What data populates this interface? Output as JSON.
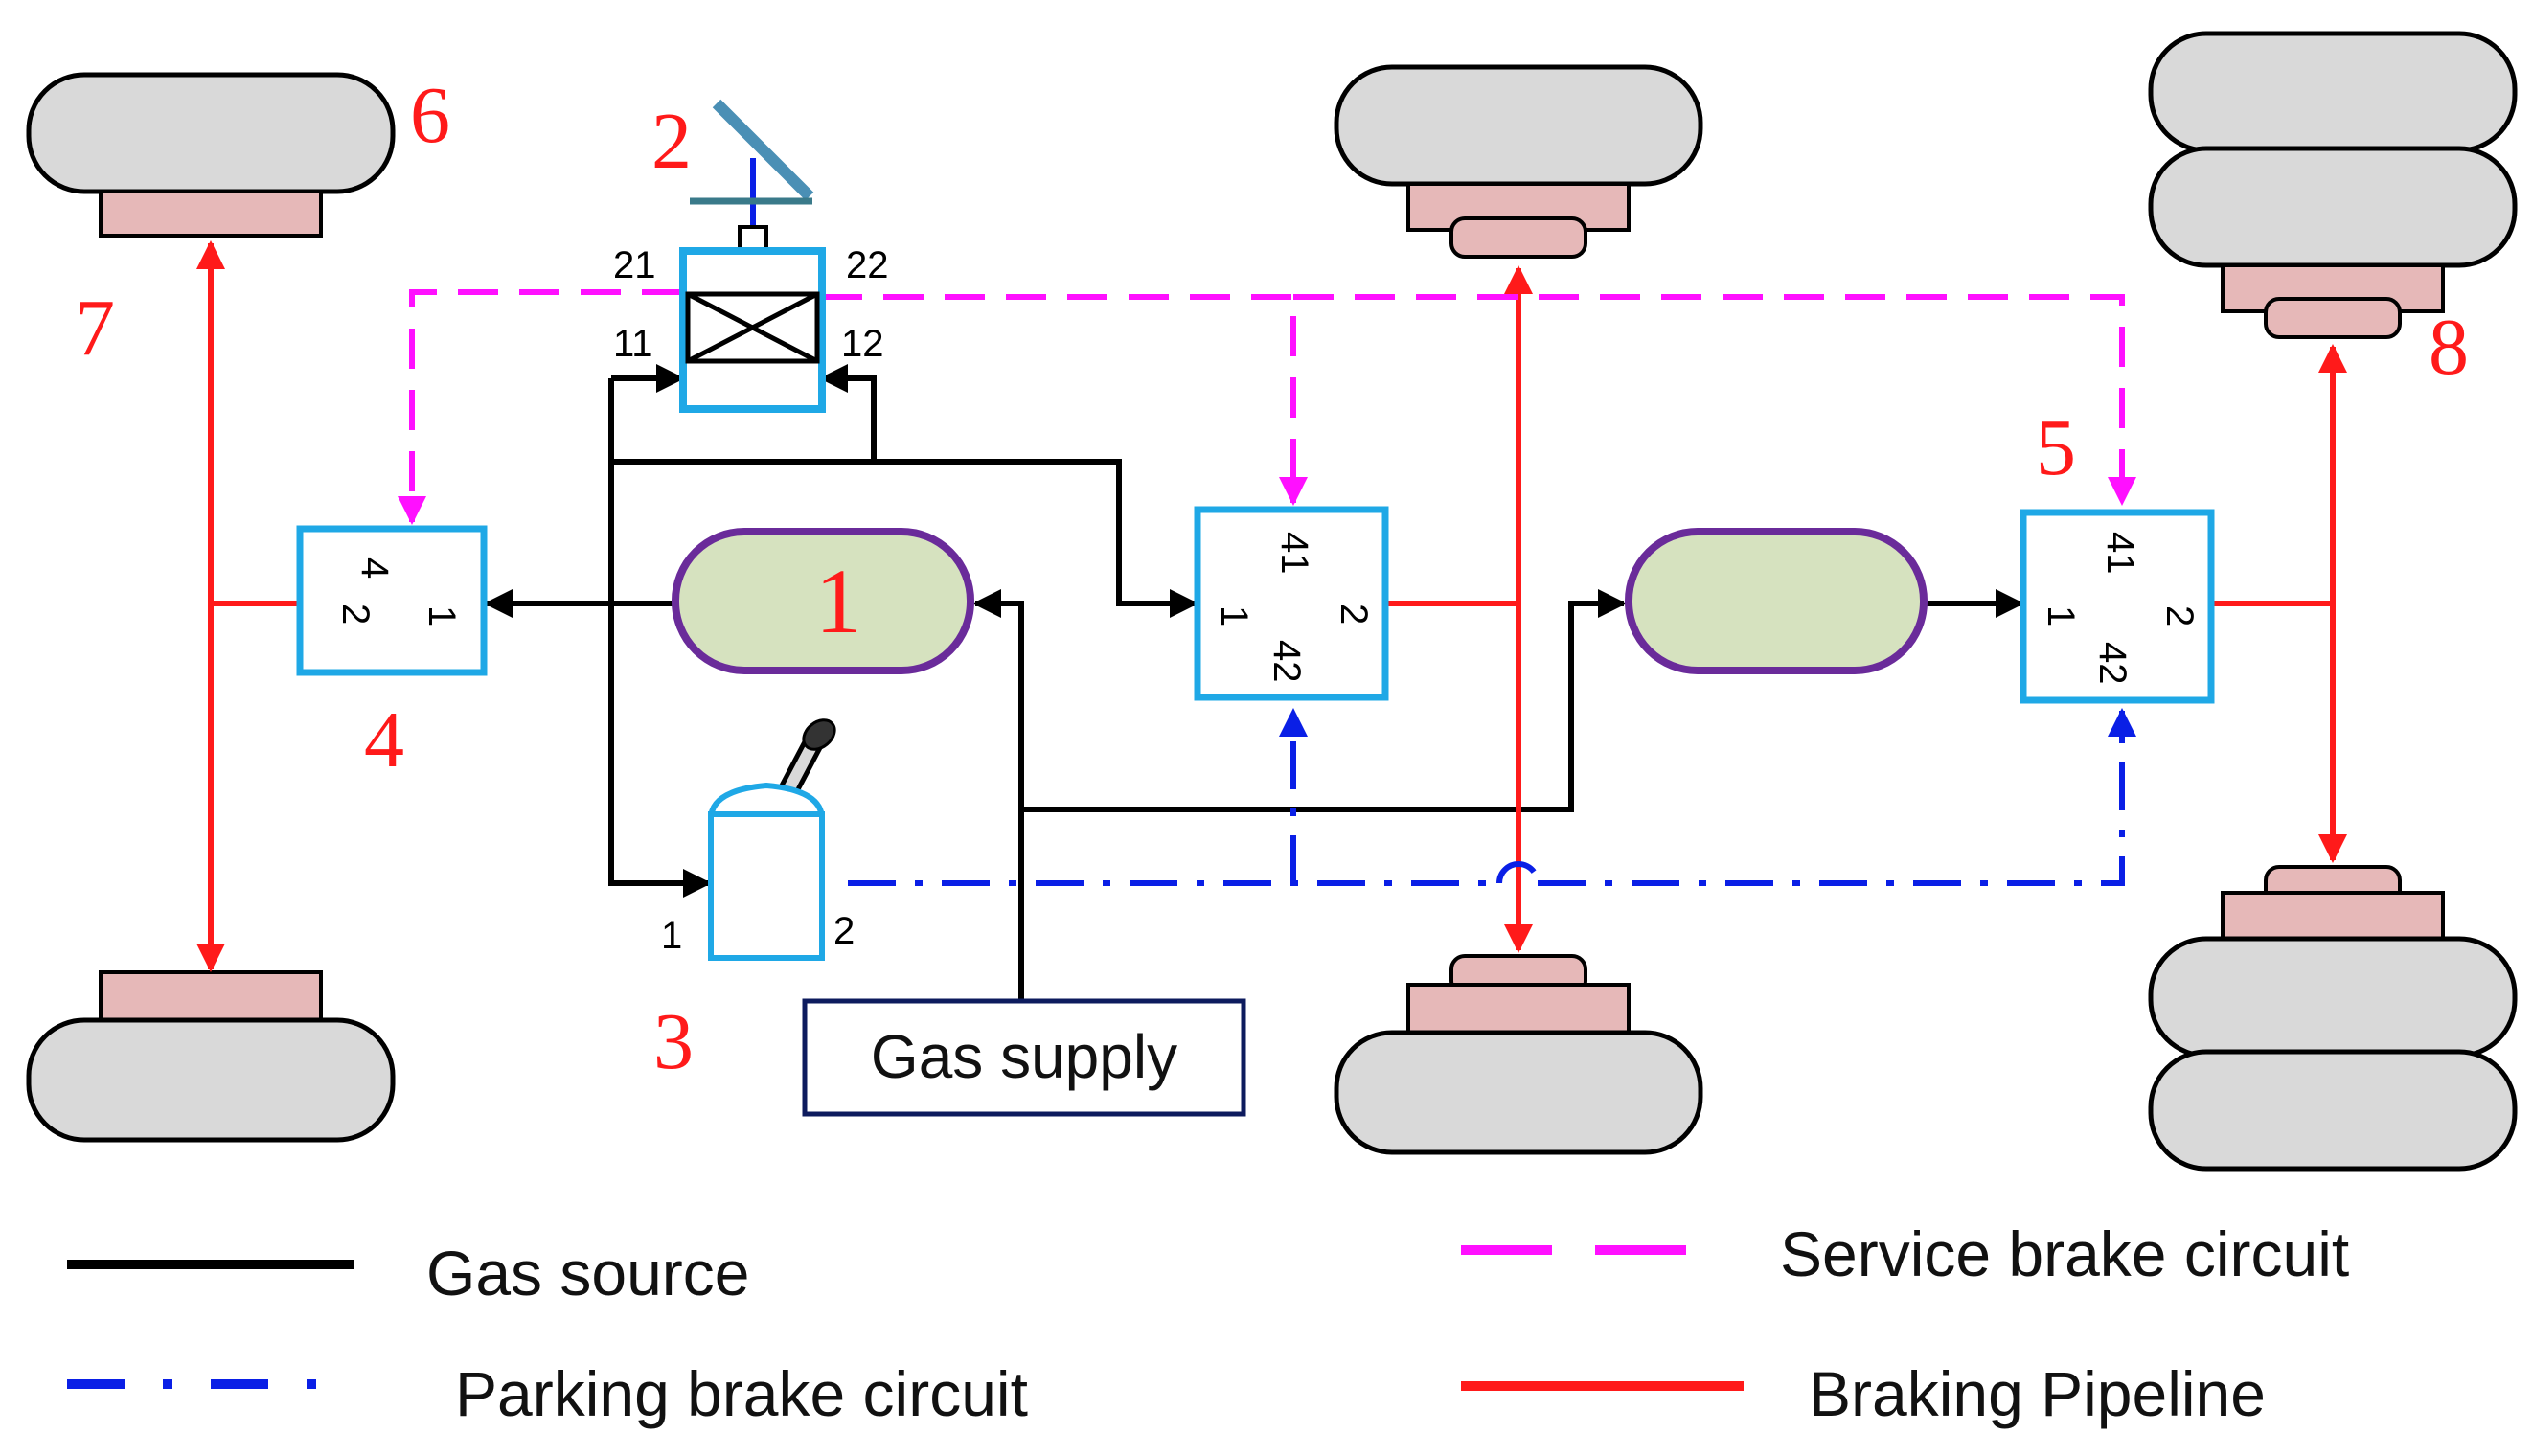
{
  "components": {
    "air_tank": "1",
    "brake_pedal_valve": "2",
    "hand_brake_valve": "3",
    "relay_valve_front": "4",
    "relay_valve_rear": "5",
    "front_left_wheel": "6",
    "brake_chamber": "7",
    "rear_right_wheel": "8"
  },
  "ports": {
    "pedal_21": "21",
    "pedal_22": "22",
    "pedal_11": "11",
    "pedal_12": "12",
    "front_relay_4": "4",
    "front_relay_1": "1",
    "front_relay_2": "2",
    "mid_relay_41": "41",
    "mid_relay_1": "1",
    "mid_relay_2": "2",
    "mid_relay_42": "42",
    "rear_relay_41": "41",
    "rear_relay_1": "1",
    "rear_relay_2": "2",
    "rear_relay_42": "42",
    "hand_valve_1": "1",
    "hand_valve_2": "2"
  },
  "gas_supply_label": "Gas supply",
  "legend": [
    {
      "label": "Gas source",
      "color": "#000000"
    },
    {
      "label": "Parking brake circuit",
      "color": "#0a1fe6"
    },
    {
      "label": "Service brake circuit",
      "color": "#ff10ff"
    },
    {
      "label": "Braking Pipeline",
      "color": "#ff1a1a"
    }
  ]
}
